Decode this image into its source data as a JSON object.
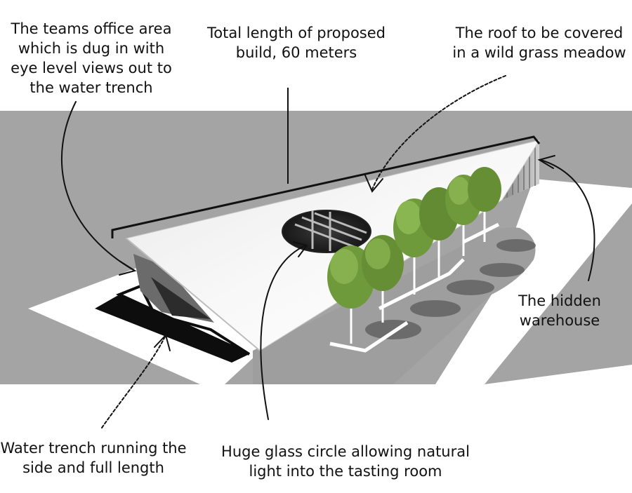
{
  "annotations": {
    "office": {
      "lines": [
        "The teams office area",
        "which is dug in with",
        "eye level views out to",
        "the water trench"
      ]
    },
    "length": {
      "lines": [
        "Total length of proposed",
        "build, 60 meters"
      ]
    },
    "roof": {
      "lines": [
        "The roof to be covered",
        "in a wild grass meadow"
      ]
    },
    "hidden": {
      "lines": [
        "The hidden",
        "warehouse"
      ]
    },
    "trench": {
      "lines": [
        "Water trench running the",
        "side and full length"
      ]
    },
    "glass": {
      "lines": [
        "Huge glass circle allowing natural",
        "light into the tasting room"
      ]
    }
  },
  "colors": {
    "ground": "#a4a4a4",
    "paving": "#ffffff",
    "roof": "#f2f2f2",
    "water": "#0d0d0d",
    "tree": "#6f9a3c",
    "ink": "#111111"
  }
}
